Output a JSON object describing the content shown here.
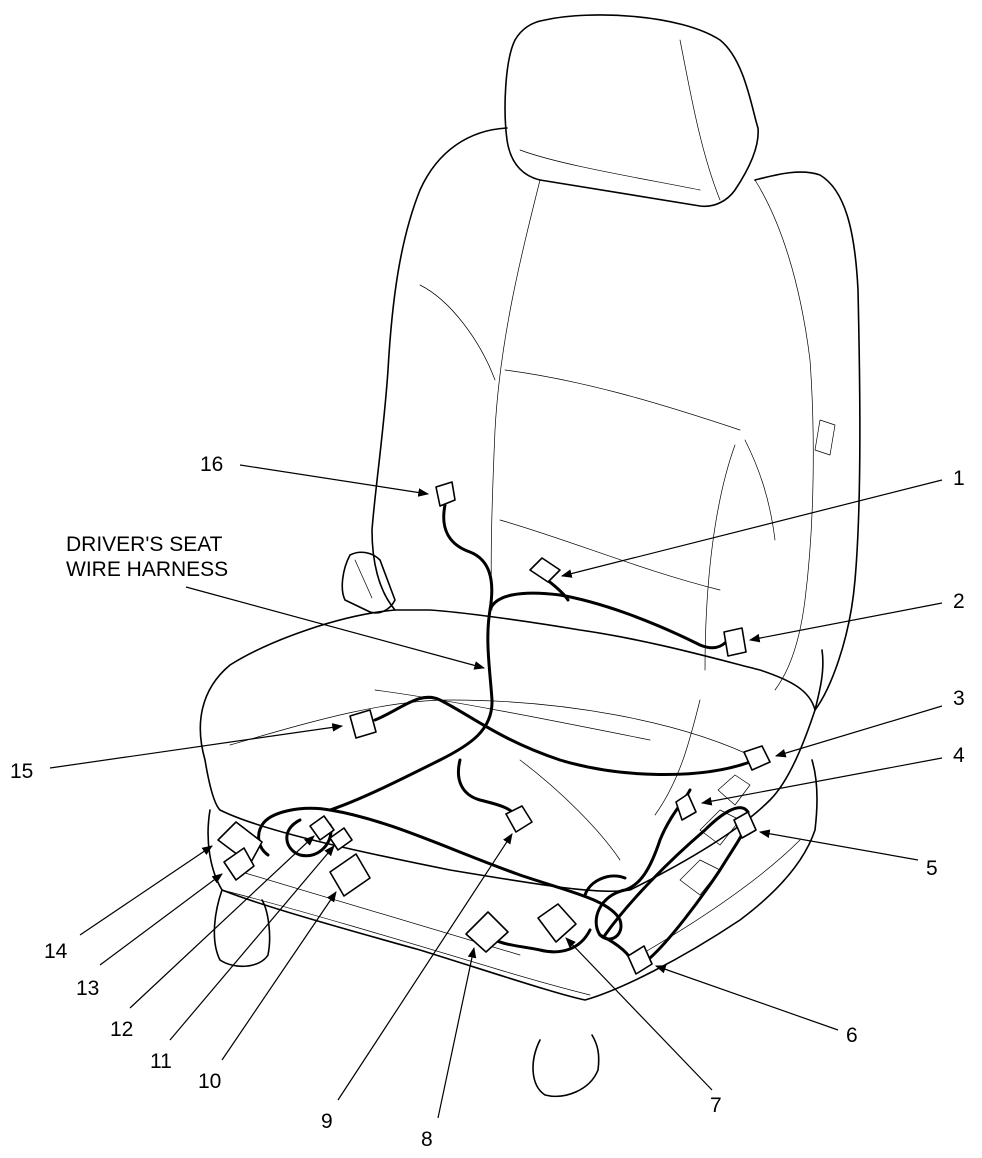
{
  "title": {
    "line1": "DRIVER'S SEAT",
    "line2": "WIRE HARNESS"
  },
  "callouts": [
    {
      "number": "1"
    },
    {
      "number": "2"
    },
    {
      "number": "3"
    },
    {
      "number": "4"
    },
    {
      "number": "5"
    },
    {
      "number": "6"
    },
    {
      "number": "7"
    },
    {
      "number": "8"
    },
    {
      "number": "9"
    },
    {
      "number": "10"
    },
    {
      "number": "11"
    },
    {
      "number": "12"
    },
    {
      "number": "13"
    },
    {
      "number": "14"
    },
    {
      "number": "15"
    },
    {
      "number": "16"
    }
  ],
  "colors": {
    "line": "#000000",
    "background": "#ffffff"
  }
}
